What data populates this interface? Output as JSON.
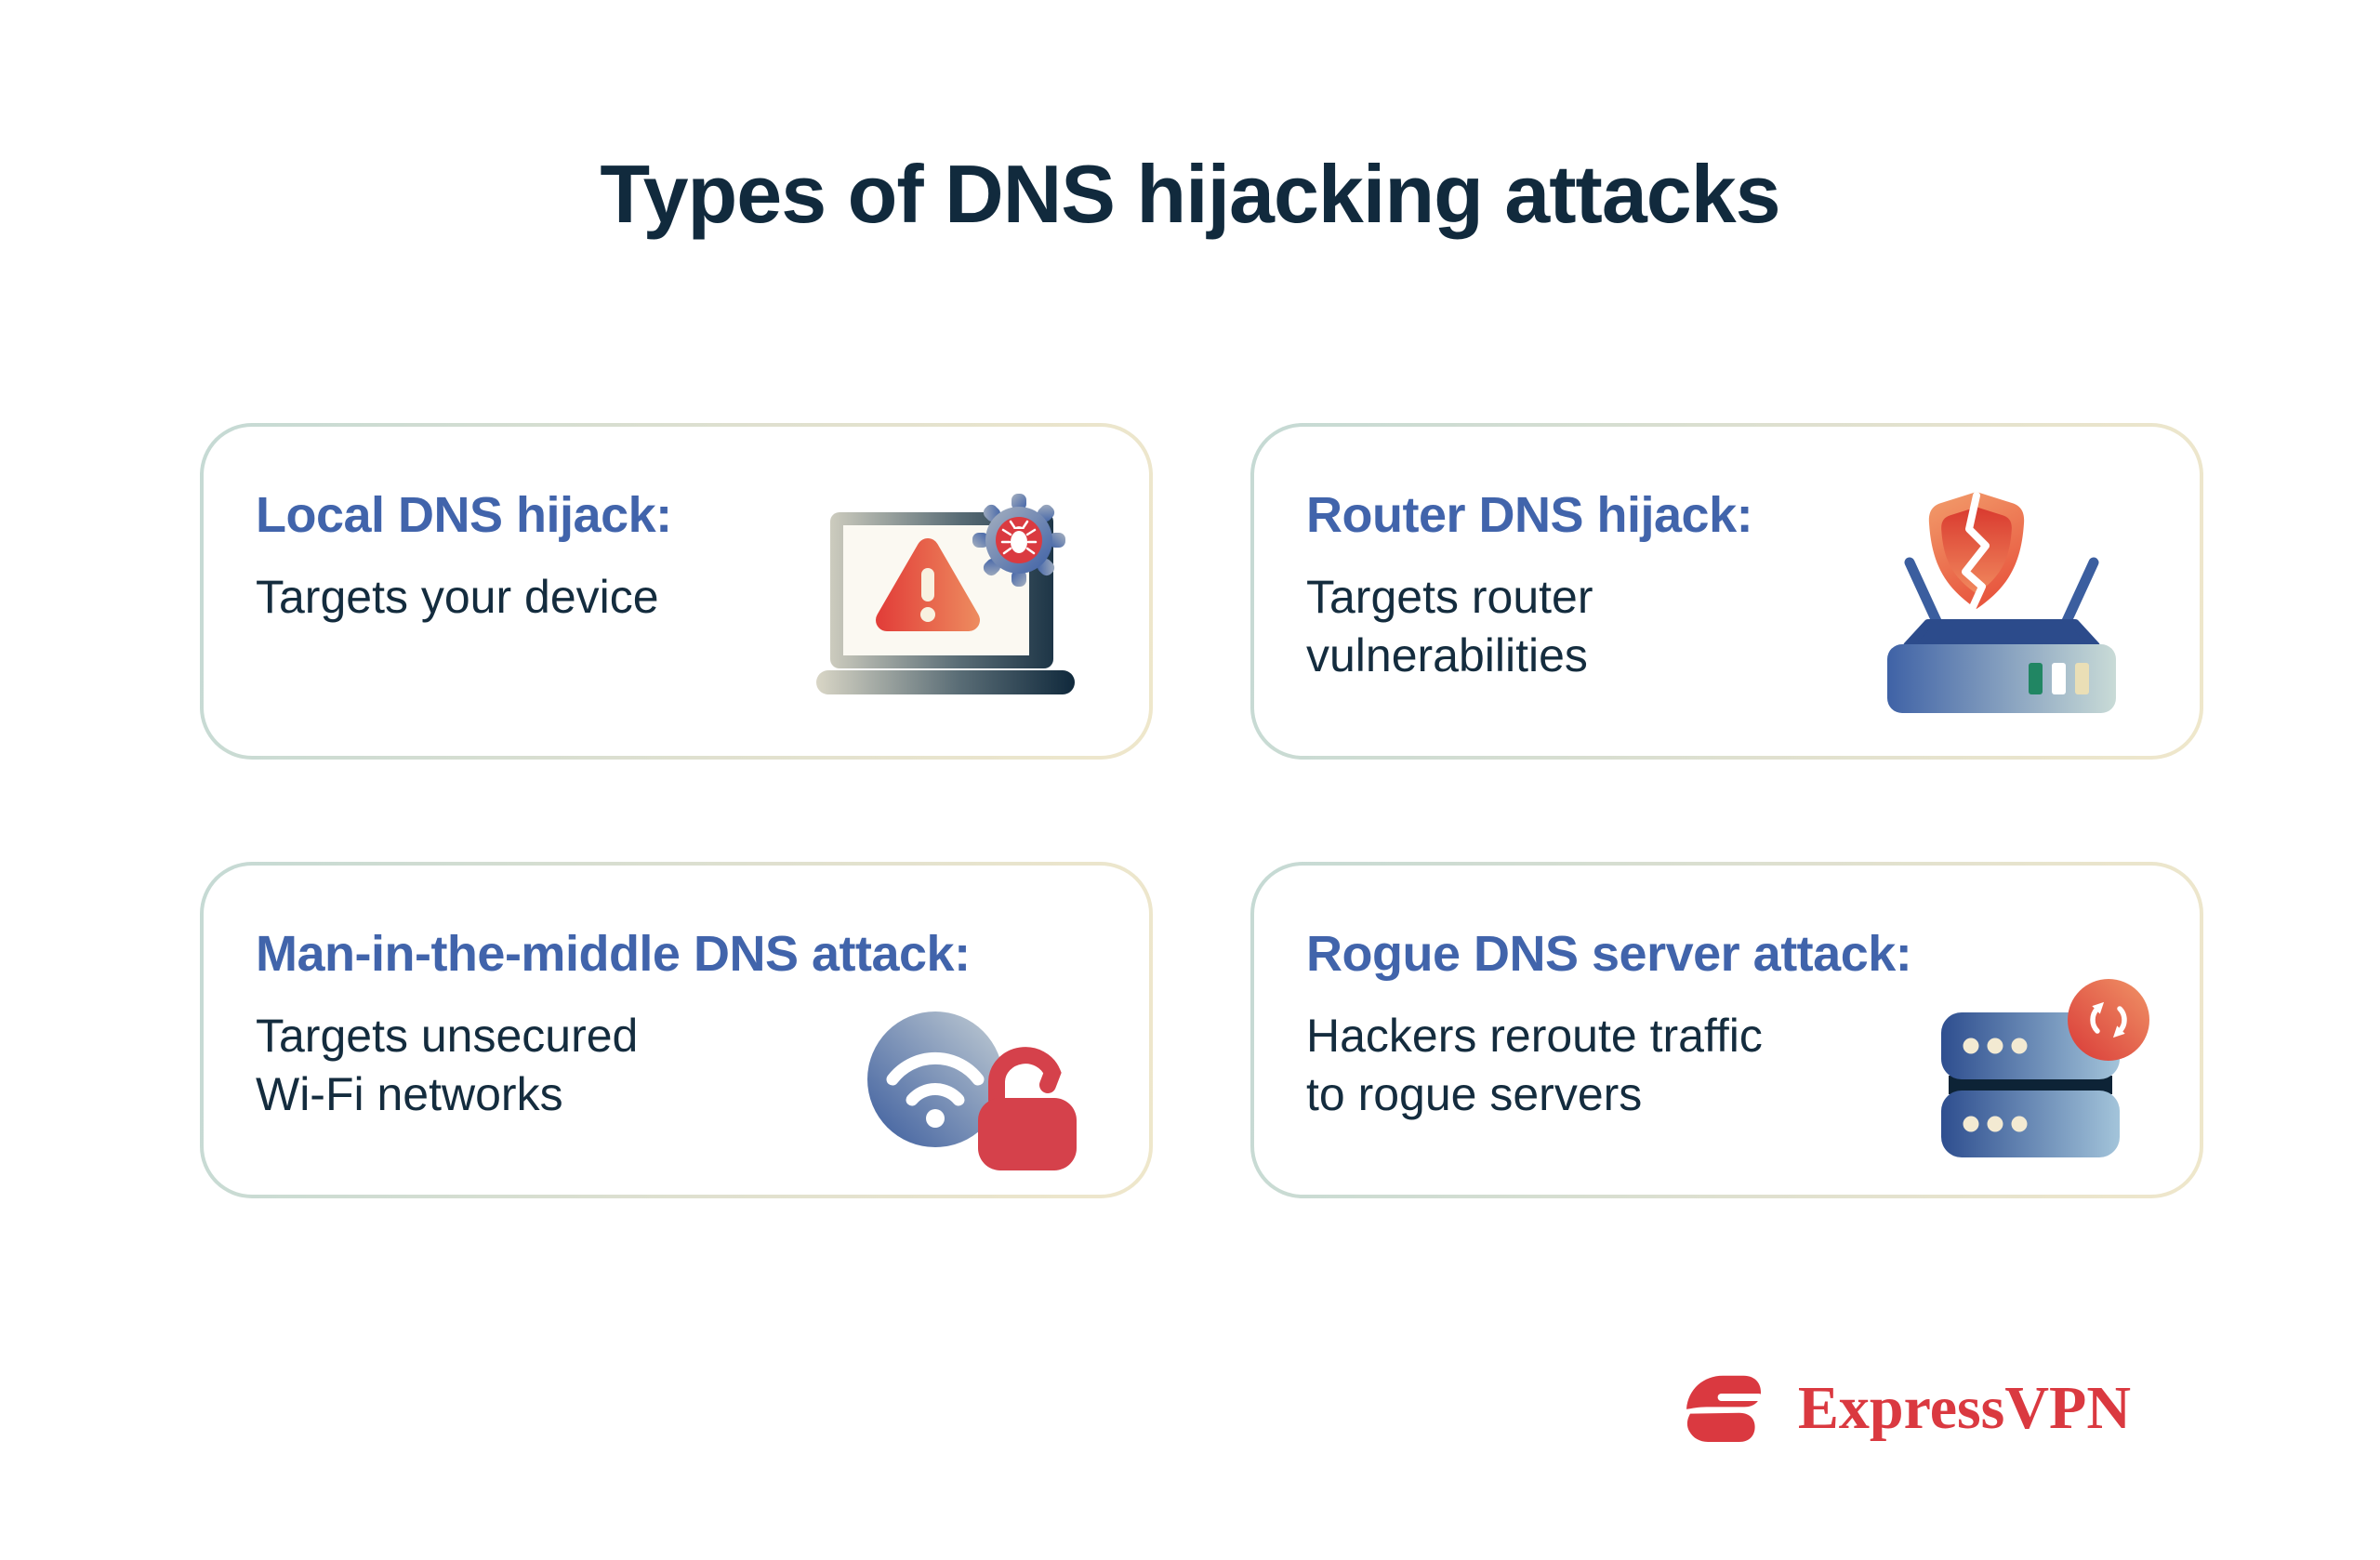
{
  "title": "Types of DNS hijacking attacks",
  "cards": [
    {
      "heading": "Local DNS hijack:",
      "body": [
        "Targets your device"
      ],
      "icon": "laptop-warning-icon"
    },
    {
      "heading": "Router DNS hijack:",
      "body": [
        "Targets router",
        "vulnerabilities"
      ],
      "icon": "router-shield-icon"
    },
    {
      "heading": "Man-in-the-middle DNS attack:",
      "body": [
        "Targets unsecured",
        "Wi-Fi networks"
      ],
      "icon": "wifi-open-lock-icon"
    },
    {
      "heading": "Rogue DNS server attack:",
      "body": [
        "Hackers reroute traffic",
        "to rogue servers"
      ],
      "icon": "server-reroute-icon"
    }
  ],
  "footer": {
    "brand_name": "ExpressVPN",
    "logo": "expressvpn-logo-icon"
  },
  "colors": {
    "title_navy": "#112a3d",
    "heading_blue": "#4164ab",
    "body_navy": "#142c3e",
    "brand_red": "#da3940",
    "card_border_teal": "#c5dad4",
    "card_border_cream": "#efe7cb",
    "alert_red": "#e2403a",
    "alert_orange": "#ef9664",
    "router_blue": "#3f62a6",
    "router_pale_teal": "#c9dbd7",
    "light_green": "#218663",
    "light_cream": "#eadfb6",
    "server_divider_navy": "#0d2336"
  }
}
